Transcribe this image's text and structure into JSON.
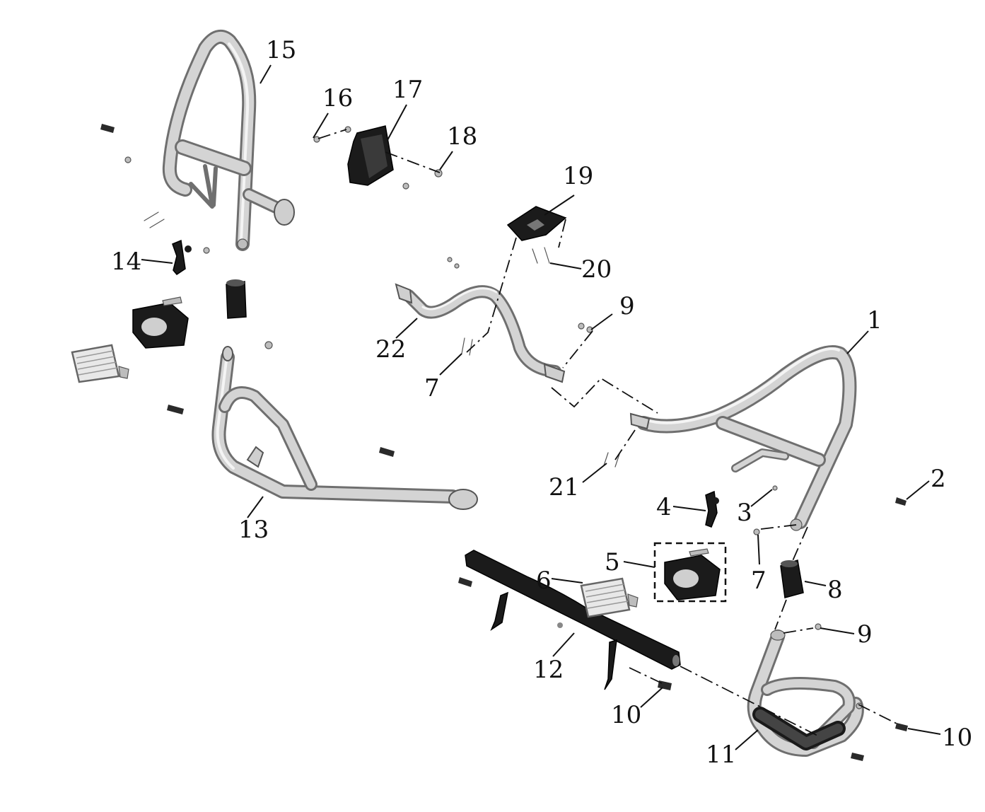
{
  "callouts": [
    {
      "id": "c1",
      "label": "1"
    },
    {
      "id": "c2",
      "label": "2"
    },
    {
      "id": "c3",
      "label": "3"
    },
    {
      "id": "c4",
      "label": "4"
    },
    {
      "id": "c5",
      "label": "5"
    },
    {
      "id": "c6",
      "label": "6"
    },
    {
      "id": "c7a",
      "label": "7"
    },
    {
      "id": "c7b",
      "label": "7"
    },
    {
      "id": "c8",
      "label": "8"
    },
    {
      "id": "c9a",
      "label": "9"
    },
    {
      "id": "c9b",
      "label": "9"
    },
    {
      "id": "c10a",
      "label": "10"
    },
    {
      "id": "c10b",
      "label": "10"
    },
    {
      "id": "c11",
      "label": "11"
    },
    {
      "id": "c12",
      "label": "12"
    },
    {
      "id": "c13",
      "label": "13"
    },
    {
      "id": "c14",
      "label": "14"
    },
    {
      "id": "c15",
      "label": "15"
    },
    {
      "id": "c16",
      "label": "16"
    },
    {
      "id": "c17",
      "label": "17"
    },
    {
      "id": "c18",
      "label": "18"
    },
    {
      "id": "c19",
      "label": "19"
    },
    {
      "id": "c20",
      "label": "20"
    },
    {
      "id": "c21",
      "label": "21"
    },
    {
      "id": "c22",
      "label": "22"
    }
  ]
}
